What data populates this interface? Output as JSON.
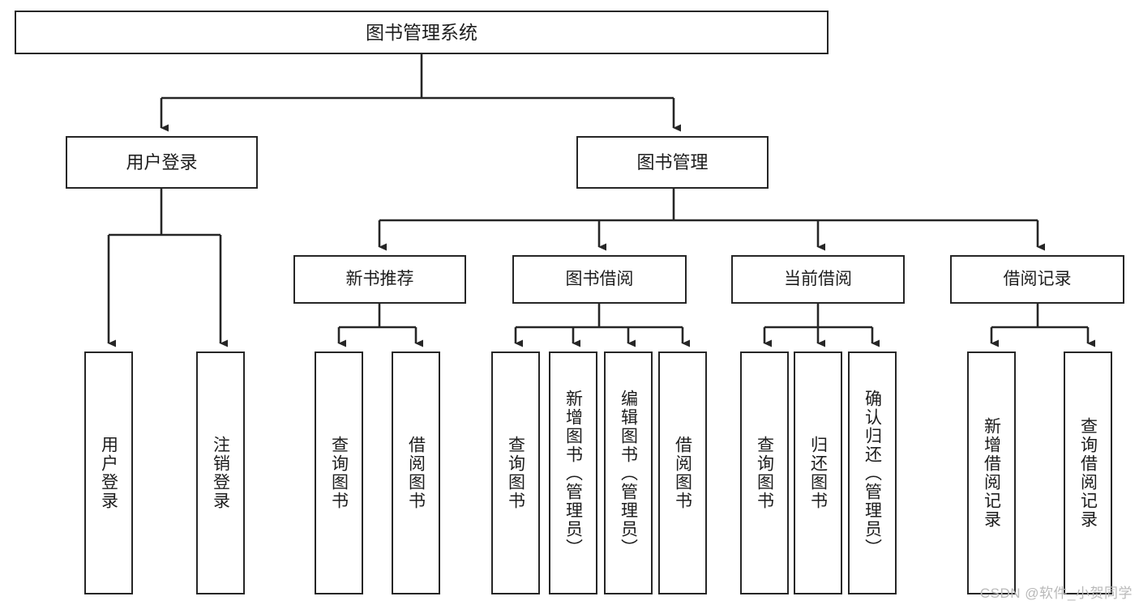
{
  "diagram": {
    "type": "tree",
    "title": "图书管理系统",
    "watermark": "CSDN @软件_小贺同学",
    "colors": {
      "border": "#262626",
      "background": "#ffffff",
      "text": "#1d1d1d",
      "watermark": "#b9b9b9"
    },
    "root": {
      "label": "图书管理系统"
    },
    "level2": [
      {
        "label": "用户登录"
      },
      {
        "label": "图书管理"
      }
    ],
    "level3": [
      {
        "label": "新书推荐"
      },
      {
        "label": "图书借阅"
      },
      {
        "label": "当前借阅"
      },
      {
        "label": "借阅记录"
      }
    ],
    "leaves": [
      {
        "label": "用户登录"
      },
      {
        "label": "注销登录"
      },
      {
        "label": "查询图书"
      },
      {
        "label": "借阅图书"
      },
      {
        "label": "查询图书"
      },
      {
        "label": "新增图书（管理员）"
      },
      {
        "label": "编辑图书（管理员）"
      },
      {
        "label": "借阅图书"
      },
      {
        "label": "查询图书"
      },
      {
        "label": "归还图书"
      },
      {
        "label": "确认归还（管理员）"
      },
      {
        "label": "新增借阅记录"
      },
      {
        "label": "查询借阅记录"
      }
    ]
  }
}
